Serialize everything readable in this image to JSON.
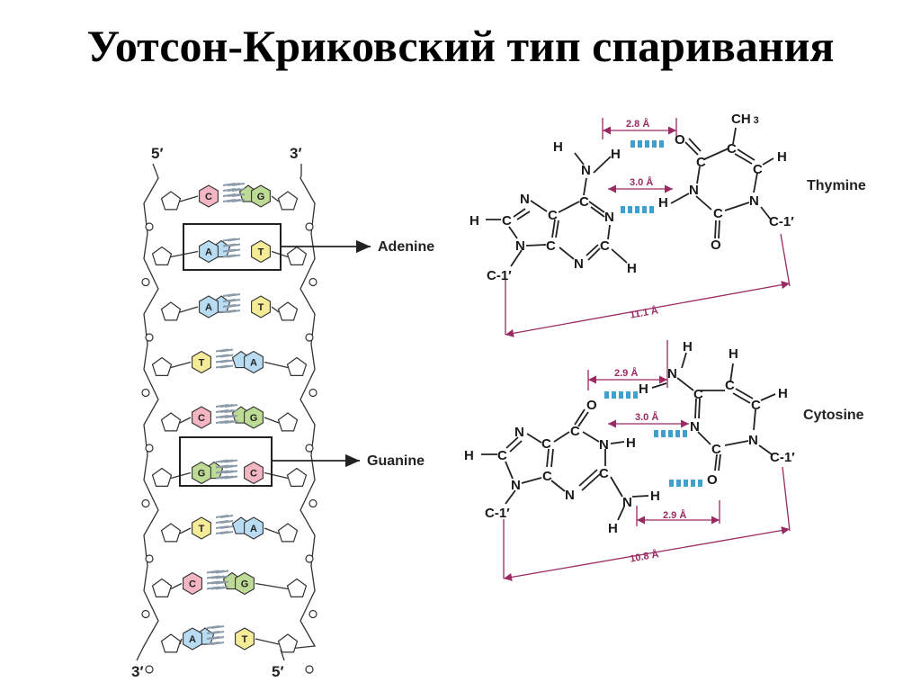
{
  "title": "Уотсон-Криковский тип спаривания",
  "strand": {
    "top_left": "5′",
    "top_right": "3′",
    "bottom_left": "3′",
    "bottom_right": "5′",
    "pairs": [
      [
        "C",
        "G"
      ],
      [
        "A",
        "T"
      ],
      [
        "A",
        "T"
      ],
      [
        "T",
        "A"
      ],
      [
        "C",
        "G"
      ],
      [
        "G",
        "C"
      ],
      [
        "T",
        "A"
      ],
      [
        "C",
        "G"
      ],
      [
        "A",
        "T"
      ]
    ],
    "colors": {
      "A": "#b9dcf2",
      "T": "#f6ec98",
      "G": "#bedb95",
      "C": "#f3b6c2"
    }
  },
  "callouts": {
    "top": "Adenine",
    "bottom": "Guanine"
  },
  "at_pair": {
    "partner": "Thymine",
    "methyl": "CH",
    "methyl_sub": "3",
    "distances": {
      "top": "2.8 Å",
      "mid": "3.0 Å",
      "c1": "11.1 Å"
    },
    "adenine_atoms": {
      "h_amino": "H",
      "n6": "N",
      "h_bond": "H",
      "c6": "C",
      "n1": "N",
      "c2": "C",
      "h2": "H",
      "n3": "N",
      "c4": "C",
      "c5": "C",
      "n7": "N",
      "c8": "C",
      "h8": "H",
      "n9": "N",
      "c1": "C-1′"
    },
    "thymine_atoms": {
      "o4": "O",
      "c4": "C",
      "c5": "C",
      "c6": "C",
      "h6": "H",
      "n3": "N",
      "h3": "H",
      "c2": "C",
      "o2": "O",
      "n1": "N",
      "c1": "C-1′"
    }
  },
  "gc_pair": {
    "partner": "Cytosine",
    "distances": {
      "top": "2.9 Å",
      "mid": "3.0 Å",
      "low": "2.9 Å",
      "c1": "10.8 Å"
    },
    "guanine_atoms": {
      "o6": "O",
      "c6": "C",
      "n1": "N",
      "h1": "H",
      "c2": "C",
      "n2": "N",
      "h2a": "H",
      "h2b": "H",
      "n3": "N",
      "c4": "C",
      "c5": "C",
      "n7": "N",
      "c8": "C",
      "h8": "H",
      "n9": "N",
      "c1": "C-1′"
    },
    "cytosine_atoms": {
      "h4a": "H",
      "n4": "N",
      "h4b": "H",
      "c4": "C",
      "c5": "C",
      "h5": "H",
      "c6": "C",
      "h6": "H",
      "n3": "N",
      "c2": "C",
      "o2": "O",
      "n1": "N",
      "c1": "C-1′"
    }
  }
}
